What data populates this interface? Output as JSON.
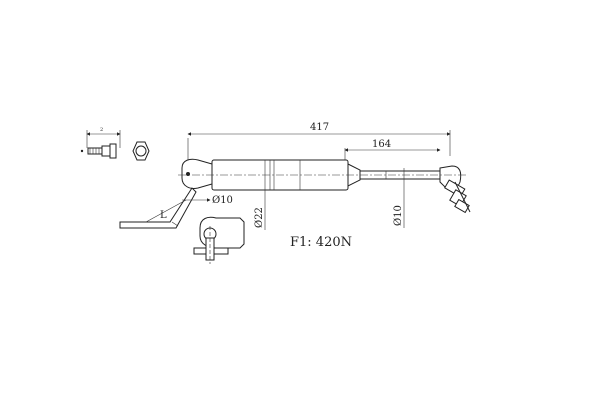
{
  "dimensions": {
    "overall_length": "417",
    "stroke_length": "164",
    "end_fitting_dia": "Ø10",
    "body_dia": "Ø22",
    "rod_dia": "Ø10",
    "bracket_length": "L",
    "bolt_length": "2"
  },
  "force_label": "F1: 420N"
}
